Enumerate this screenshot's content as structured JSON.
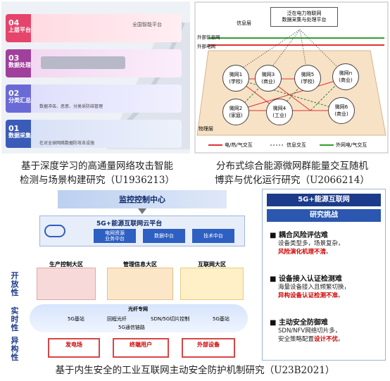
{
  "panel1": {
    "layers": [
      {
        "num": "04",
        "name": "上层平台",
        "color": "#e5446b"
      },
      {
        "num": "03",
        "name": "数据处理",
        "color": "#a0409c"
      },
      {
        "num": "02",
        "name": "分类汇总",
        "color": "#6a6ad6"
      },
      {
        "num": "01",
        "name": "数据采集",
        "color": "#3b5bb8"
      }
    ],
    "layer2_text": "数据冲击、恶意、分类采防结管理",
    "layer1_text": "在对全球网络数据防攻击设施",
    "right_text": "全国智能平台"
  },
  "panel2": {
    "top_box": "泛在电力物联网\n数据采集与处理平台",
    "info_layer": "信息层",
    "ext_info": "外部信息网",
    "ext_grid": "外部电网",
    "physical_layer": "物理层",
    "mg": [
      {
        "id": "微网1",
        "type": "(学校)"
      },
      {
        "id": "微网2",
        "type": "(家庭)"
      },
      {
        "id": "微网3",
        "type": "(商业)"
      },
      {
        "id": "微网4",
        "type": "(工业)"
      },
      {
        "id": "微网5",
        "type": "(学校)"
      },
      {
        "id": "微网6",
        "type": "(商业)"
      },
      {
        "id": "微网n",
        "type": "(商业)"
      }
    ],
    "legend": [
      "电/热/气交互",
      "信息交互",
      "外网电/气交互"
    ]
  },
  "panel3": {
    "center_title": "监控控制中心",
    "cloud_title": "5G+能源互联网云平台",
    "cloud_items": [
      "电网资源\n业务中台",
      "数据中台",
      "技术中台"
    ],
    "zones": [
      "生产控制大区",
      "管理信息大区",
      "互联网大区"
    ],
    "side_labels": [
      "开放性",
      "实时性",
      "异构性"
    ],
    "net_items": [
      "光纤专网",
      "5G基站",
      "回程光纤",
      "SDN/5G切片控制",
      "5G基站",
      "5G通信链路"
    ],
    "bottom": [
      "发电场",
      "终端用户",
      "外部设备"
    ]
  },
  "panel4": {
    "header": "5G+能源互联网",
    "subheader": "研究挑战",
    "items": [
      {
        "title": "耦合风险评估难",
        "line1": "设备类型多，场景复杂，",
        "red": "风险演化机理不清",
        "tail": "。"
      },
      {
        "title": "设备接入认证检测难",
        "line1": "海量设备接入且频繁切换，",
        "red": "异构设备认证检测不准",
        "tail": "。"
      },
      {
        "title": "主动安全防御难",
        "line1": "SDN/NFV网络切片多，",
        "pre": "安全策略配置",
        "red": "设计不优",
        "tail": "。"
      }
    ]
  },
  "captions": {
    "c1_l1": "基于深度学习的高通量网络攻击智能",
    "c1_l2": "检测与场景构建研究（U1936213）",
    "c2_l1": "分布式综合能源微网群能量交互随机",
    "c2_l2": "博弈与优化运行研究（U2066214）",
    "c3": "基于内生安全的工业互联网主动安全防护机制研究（U23B2021）"
  }
}
